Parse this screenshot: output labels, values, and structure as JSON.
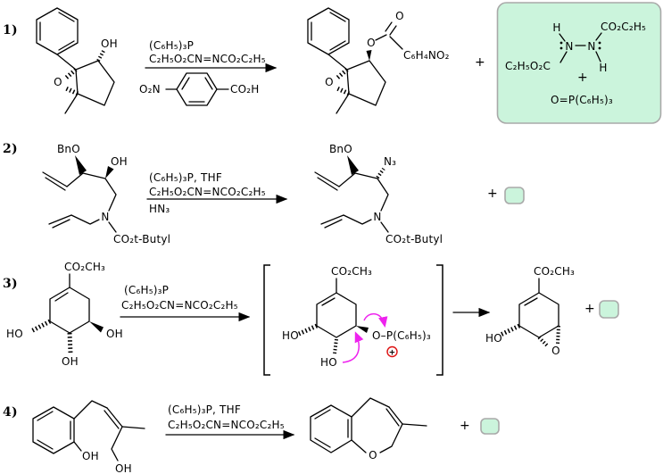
{
  "colors": {
    "number": "#4f2095",
    "box_fill": "#cbf4dc",
    "box_border": "#a9a9a9",
    "mechanism_arrow": "#ee22ee",
    "charge": "#dd1111",
    "bond": "#000000"
  },
  "reactions": {
    "r1": {
      "number": "1)",
      "reactant": {
        "oh": "OH",
        "epoxide_o": "O"
      },
      "conditions": {
        "line1": "(C₆H₅)₃P",
        "line2": "C₂H₅O₂CN=NCO₂C₂H₅"
      },
      "acid": {
        "nitro": "O₂N",
        "carboxyl": "CO₂H"
      },
      "product": {
        "ester_o": "O",
        "carbonyl_o": "O",
        "aryl": "C₆H₄NO₂",
        "epoxide_o": "O"
      },
      "plus": "+",
      "byproducts": {
        "h_top": "H",
        "ester_top": "CO₂C₂H₅",
        "n_left": "N",
        "n_right": "N",
        "ester_bottom": "C₂H₅O₂C",
        "h_bottom": "H",
        "plus": "+",
        "phosphine_oxide": "O=P(C₆H₅)₃"
      }
    },
    "r2": {
      "number": "2)",
      "reactant": {
        "bno": "BnO",
        "oh": "OH",
        "n": "N",
        "carbamate": "CO₂t-Butyl"
      },
      "conditions": {
        "line1": "(C₆H₅)₃P, THF",
        "line2": "C₂H₅O₂CN=NCO₂C₂H₅",
        "line3": "HN₃"
      },
      "product": {
        "bno": "BnO",
        "azide": "N₃",
        "n": "N",
        "carbamate": "CO₂t-Butyl"
      },
      "plus": "+"
    },
    "r3": {
      "number": "3)",
      "reactant": {
        "ester": "CO₂CH₃",
        "ho_left": "HO",
        "oh_right": "OH",
        "oh_bottom": "OH"
      },
      "conditions": {
        "line1": "(C₆H₅)₃P",
        "line2": "C₂H₅O₂CN=NCO₂C₂H₅"
      },
      "intermediate": {
        "ester": "CO₂CH₃",
        "ho_left": "HO",
        "ho_bottom": "HO",
        "phosphonium": "O–P(C₆H₅)₃",
        "charge": "+"
      },
      "product": {
        "ester": "CO₂CH₃",
        "ho_left": "HO",
        "epoxide_o": "O"
      },
      "plus": "+"
    },
    "r4": {
      "number": "4)",
      "reactant": {
        "phenol_oh": "OH",
        "allylic_oh": "OH"
      },
      "conditions": {
        "line1": "(C₆H₅)₃P, THF",
        "line2": "C₂H₅O₂CN=NCO₂C₂H₅"
      },
      "product": {
        "ring_o": "O"
      },
      "plus": "+"
    }
  }
}
